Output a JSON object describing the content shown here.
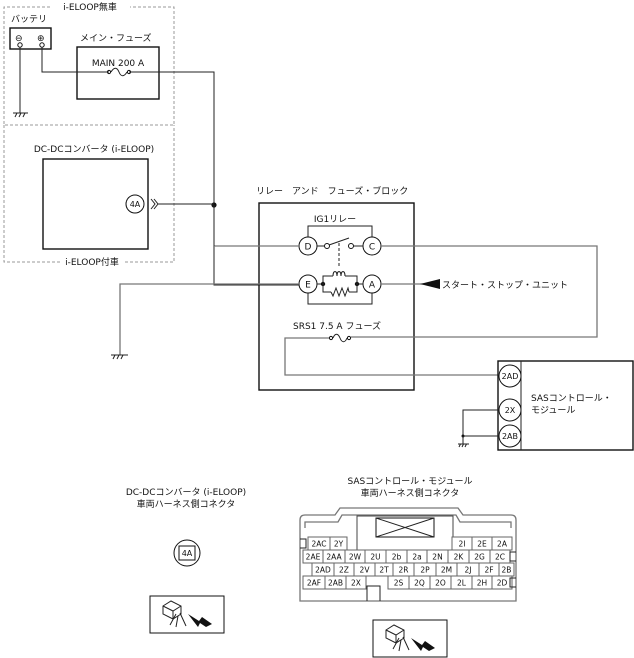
{
  "diagram": {
    "iloop_off_label": "i-ELOOP無車",
    "iloop_on_label": "i-ELOOP付車",
    "battery": {
      "label": "バッテリ",
      "neg": "⊖",
      "pos": "⊕"
    },
    "main_fuse": {
      "label": "メイン・フューズ",
      "rating": "MAIN 200 A"
    },
    "dcdc": {
      "label": "DC-DCコンバータ (i-ELOOP)",
      "pin": "4A"
    },
    "relay_block": {
      "label": "リレー　アンド　フューズ・ブロック",
      "relay_label": "IG1リレー",
      "pins": [
        "D",
        "C",
        "E",
        "A"
      ],
      "fuse_label": "SRS1 7.5 A フューズ"
    },
    "start_stop": {
      "label": "スタート・ストップ・ユニット"
    },
    "sas_module": {
      "label_line1": "SASコントロール・",
      "label_line2": "モジュール",
      "pins": [
        "2AD",
        "2X",
        "2AB"
      ]
    },
    "connector_dcdc": {
      "title_line1": "DC-DCコンバータ (i-ELOOP)",
      "title_line2": "車両ハーネス側コネクタ",
      "pin": "4A"
    },
    "connector_sas": {
      "title_line1": "SASコントロール・モジュール",
      "title_line2": "車両ハーネス側コネクタ",
      "rows": [
        [
          "2AC",
          "2Y",
          "2I",
          "2E",
          "2A"
        ],
        [
          "2AE",
          "2AA",
          "2W",
          "2U",
          "2b",
          "2a",
          "2N",
          "2K",
          "2G",
          "2C"
        ],
        [
          "2AD",
          "2Z",
          "2V",
          "2T",
          "2R",
          "2P",
          "2M",
          "2J",
          "2F",
          "2B"
        ],
        [
          "2AF",
          "2AB",
          "2X",
          "2S",
          "2Q",
          "2O",
          "2L",
          "2H",
          "2D"
        ]
      ]
    }
  }
}
